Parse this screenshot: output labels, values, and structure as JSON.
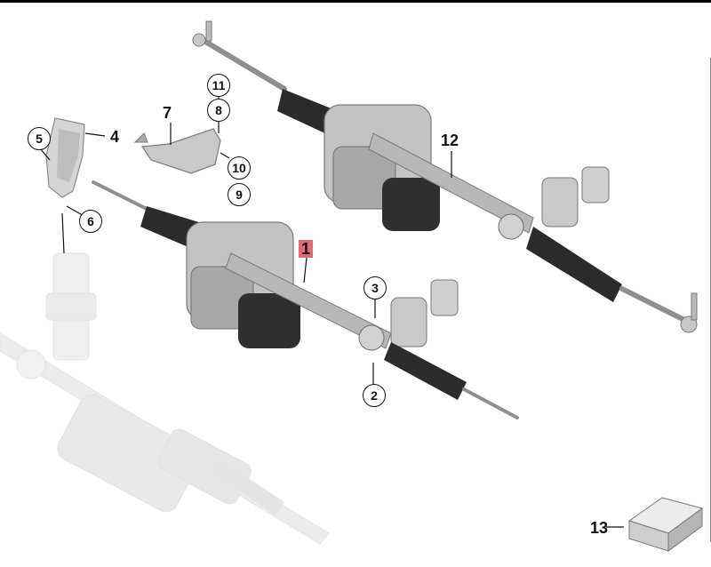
{
  "callouts": {
    "c1": "1",
    "c2": "2",
    "c3": "3",
    "c4": "4",
    "c5": "5",
    "c6": "6",
    "c7": "7",
    "c8": "8",
    "c9": "9",
    "c10": "10",
    "c11": "11",
    "c12": "12",
    "c13": "13"
  },
  "colors": {
    "highlight": "#e06a73",
    "rack_body": "#9a9a9a",
    "boot": "#2a2a2a",
    "ghost": "#d9d9d9"
  }
}
